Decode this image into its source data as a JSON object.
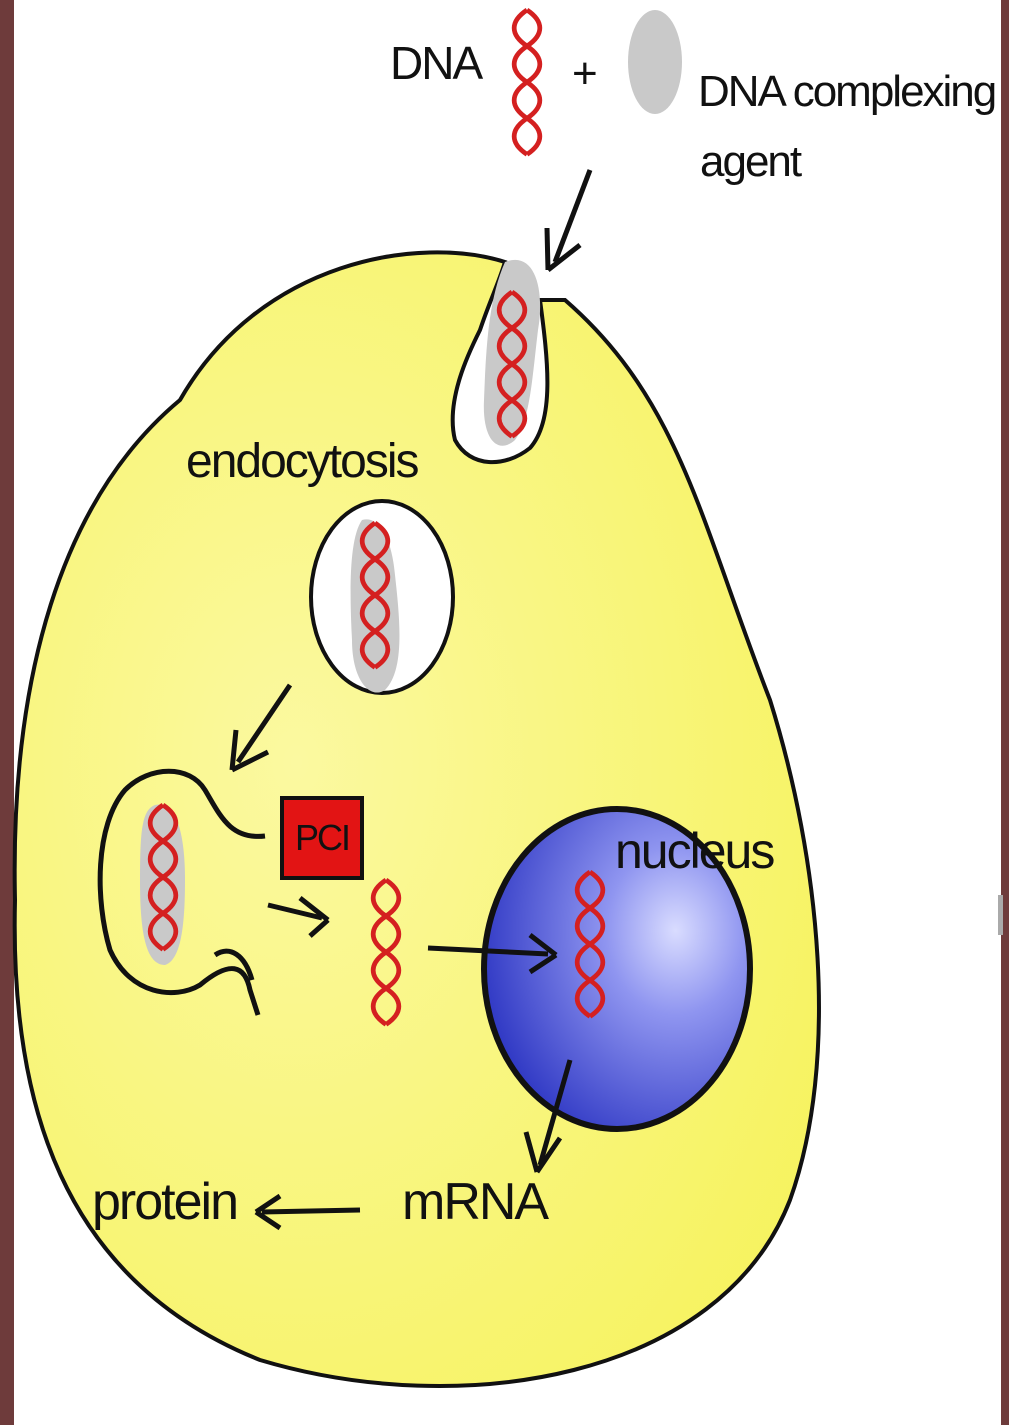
{
  "labels": {
    "dna": "DNA",
    "plus": "+",
    "complexing_agent_line1": "DNA complexing",
    "complexing_agent_line2": "agent",
    "endocytosis": "endocytosis",
    "pci": "PCI",
    "nucleus": "nucleus",
    "mrna": "mRNA",
    "protein": "protein"
  },
  "colors": {
    "background_border": "#6e3b3b",
    "cell": "#fbf97c",
    "dna": "#d42020",
    "complexing_agent": "#c9c9c9",
    "nucleus": "#3b44cc",
    "pci_box": "#e21414"
  }
}
